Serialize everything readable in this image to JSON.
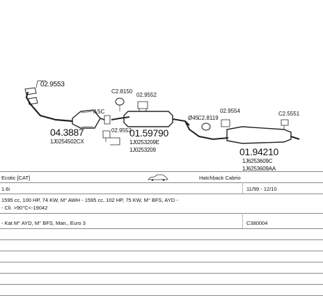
{
  "diagram": {
    "part_numbers": {
      "clamp_a": "02.9553",
      "catalyst": "04.3887",
      "catalyst_oem": "1J0254502CX",
      "asc": "ASC",
      "clamp_b": "02.9552",
      "gasket_a": "C2.8150",
      "clamp_c": "02.9552",
      "middle_silencer": "01.59790",
      "middle_oem_1": "1J0253209E",
      "middle_oem_2": "1J0253209",
      "diameter": "Ø45",
      "gasket_b": "C2.8119",
      "clamp_d": "02.9554",
      "rubber": "C2.5551",
      "rear_silencer": "01.94210",
      "rear_oem_1": "1J6253609C",
      "rear_oem_2": "1J6253609AA"
    }
  },
  "info": {
    "model": "Ecotic [CAT]",
    "body_type": "Hatchback Cabrio",
    "engine": "1.6i",
    "years": "11/99 - 12/10",
    "spec_1": "1595 cc, 100 HP, 74 KW, M° AWH - 1595 cc, 102 HP, 75 KW, M° BFS, AYD -",
    "spec_2": "- Cli. >90°C<-19042",
    "spec_3": "- Kat M° AYD, M° BFS, Man., Euro 3",
    "code": "C380004"
  }
}
